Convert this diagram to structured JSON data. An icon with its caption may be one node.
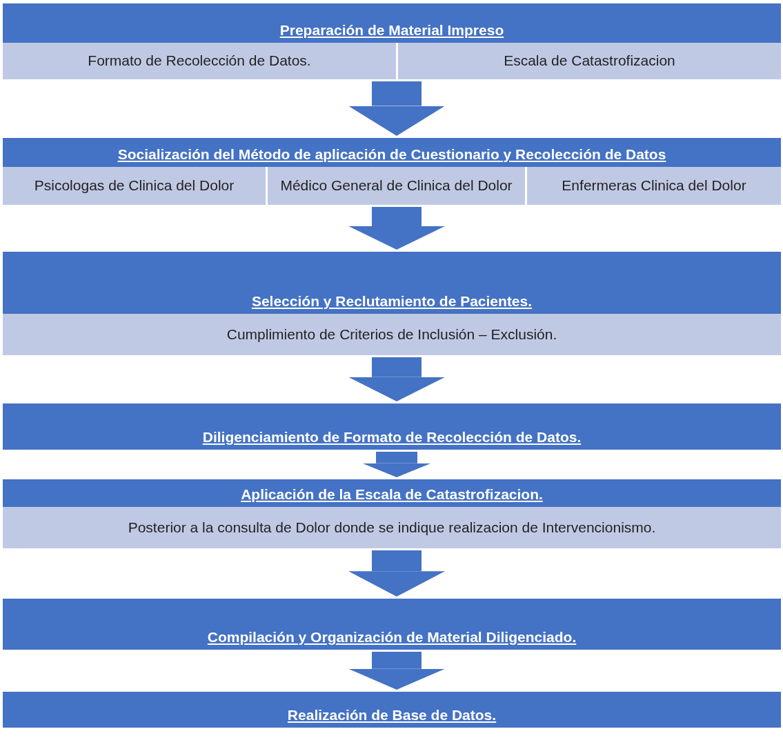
{
  "diagram": {
    "nodes": [
      {
        "text": [
          "Preparación de Material Impreso"
        ]
      },
      {
        "text": [
          "Formato de Recolección de Datos."
        ]
      },
      {
        "text": [
          "Escala de Catastrofizacion"
        ]
      },
      {
        "text": [
          "Socialización del Método de aplicación de Cuestionario y Recolección de Datos"
        ]
      },
      {
        "text": [
          "Psicologas de Clinica del Dolor"
        ]
      },
      {
        "text": [
          "Médico General de Clinica del Dolor"
        ]
      },
      {
        "text": [
          "Enfermeras Clinica del Dolor"
        ]
      },
      {
        "text": [
          "Selección y Reclutamiento de Pacientes."
        ]
      },
      {
        "text": [
          "Cumplimiento de Criterios de Inclusión – Exclusión."
        ]
      },
      {
        "text": [
          "Diligenciamiento de Formato de Recolección de Datos."
        ]
      },
      {
        "text": [
          "Aplicación de la Escala de Catastrofizacion."
        ]
      },
      {
        "text": [
          "Posterior a la consulta de Dolor donde se indique realizacion de Intervencionismo."
        ]
      },
      {
        "text": [
          "Compilación y Organización de Material Diligenciado."
        ]
      },
      {
        "text": [
          "Realización de Base de Datos."
        ]
      }
    ],
    "edges": [
      {
        "from": 2,
        "to": 3,
        "arrow": "to"
      },
      {
        "from": 5,
        "to": 7,
        "arrow": "to"
      },
      {
        "from": 8,
        "to": 9,
        "arrow": "to"
      },
      {
        "from": 9,
        "to": 10,
        "arrow": "to"
      },
      {
        "from": 11,
        "to": 12,
        "arrow": "to"
      },
      {
        "from": 12,
        "to": 13,
        "arrow": "to"
      }
    ]
  }
}
